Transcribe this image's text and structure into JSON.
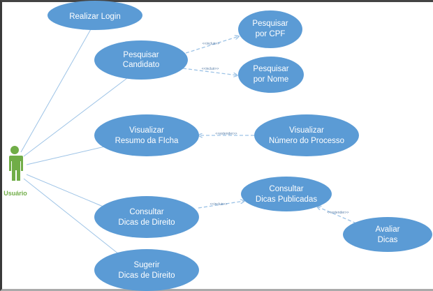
{
  "diagram": {
    "type": "use-case",
    "actor": {
      "label": "Usuário",
      "color": "#70ad47"
    },
    "use_cases": {
      "realizar_login": {
        "line1": "Realizar Login",
        "line2": ""
      },
      "pesquisar_candidato": {
        "line1": "Pesquisar",
        "line2": "Candidato"
      },
      "pesquisar_cpf": {
        "line1": "Pesquisar",
        "line2": "por CPF"
      },
      "pesquisar_nome": {
        "line1": "Pesquisar",
        "line2": "por Nome"
      },
      "visualizar_resumo": {
        "line1": "Visualizar",
        "line2": "Resumo da FIcha"
      },
      "visualizar_processo": {
        "line1": "Visualizar",
        "line2": "Número do Processo"
      },
      "consultar_dicas": {
        "line1": "Consultar",
        "line2": "Dicas de Direito"
      },
      "consultar_publicadas": {
        "line1": "Consultar",
        "line2": "Dicas Publicadas"
      },
      "avaliar_dicas": {
        "line1": "Avaliar",
        "line2": "Dicas"
      },
      "sugerir_dicas": {
        "line1": "Sugerir",
        "line2": "Dicas de Direito"
      }
    },
    "relations": {
      "incluir_cpf": "<<incluir>>",
      "incluir_nome": "<<incluir>>",
      "estender_processo": "<<estender>>",
      "incluir_publicadas": "<<incluir>>",
      "estender_avaliar": "<<estender>>"
    },
    "colors": {
      "use_case_fill": "#5b9bd5",
      "line": "#9dc3e6"
    }
  }
}
